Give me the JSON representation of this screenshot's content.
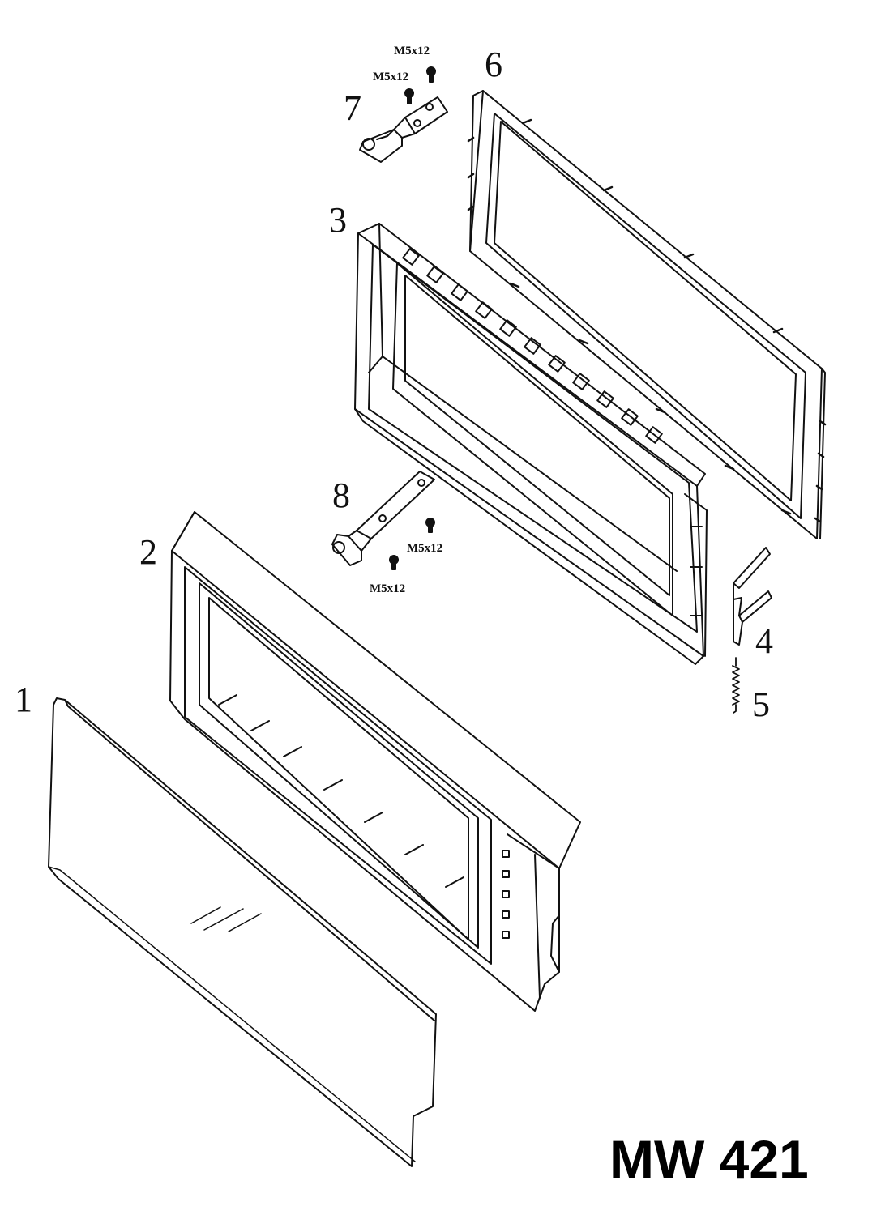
{
  "diagram": {
    "model": "MW 421",
    "parts": [
      {
        "number": "1",
        "name": "glass-panel"
      },
      {
        "number": "2",
        "name": "door-frame"
      },
      {
        "number": "3",
        "name": "inner-door-chassis"
      },
      {
        "number": "4",
        "name": "latch-hook"
      },
      {
        "number": "5",
        "name": "spring"
      },
      {
        "number": "6",
        "name": "choke-cover-frame"
      },
      {
        "number": "7",
        "name": "upper-hinge"
      },
      {
        "number": "8",
        "name": "lower-hinge"
      }
    ],
    "screws": [
      "M5x12",
      "M5x12",
      "M5x12",
      "M5x12"
    ]
  }
}
